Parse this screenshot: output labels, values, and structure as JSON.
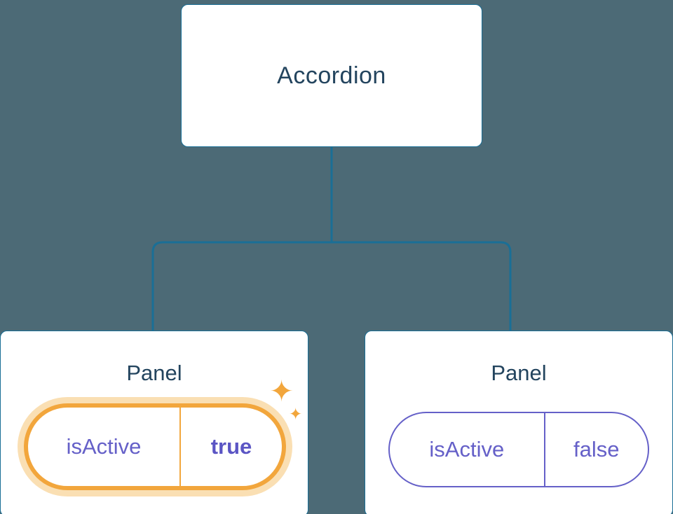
{
  "diagram": {
    "root": {
      "label": "Accordion"
    },
    "panels": [
      {
        "label": "Panel",
        "state_key": "isActive",
        "state_value": "true",
        "highlighted": true
      },
      {
        "label": "Panel",
        "state_key": "isActive",
        "state_value": "false",
        "highlighted": false
      }
    ]
  },
  "colors": {
    "background": "#4c6a76",
    "card_background": "#ffffff",
    "card_border": "#1a6f96",
    "connector_line": "#1a6f96",
    "title_text": "#23445e",
    "state_text_purple": "#6560c8",
    "highlight_orange": "#f2a63c",
    "highlight_glow": "rgba(244,178,74,0.42)"
  },
  "icons": {
    "sparkle": "✦"
  }
}
